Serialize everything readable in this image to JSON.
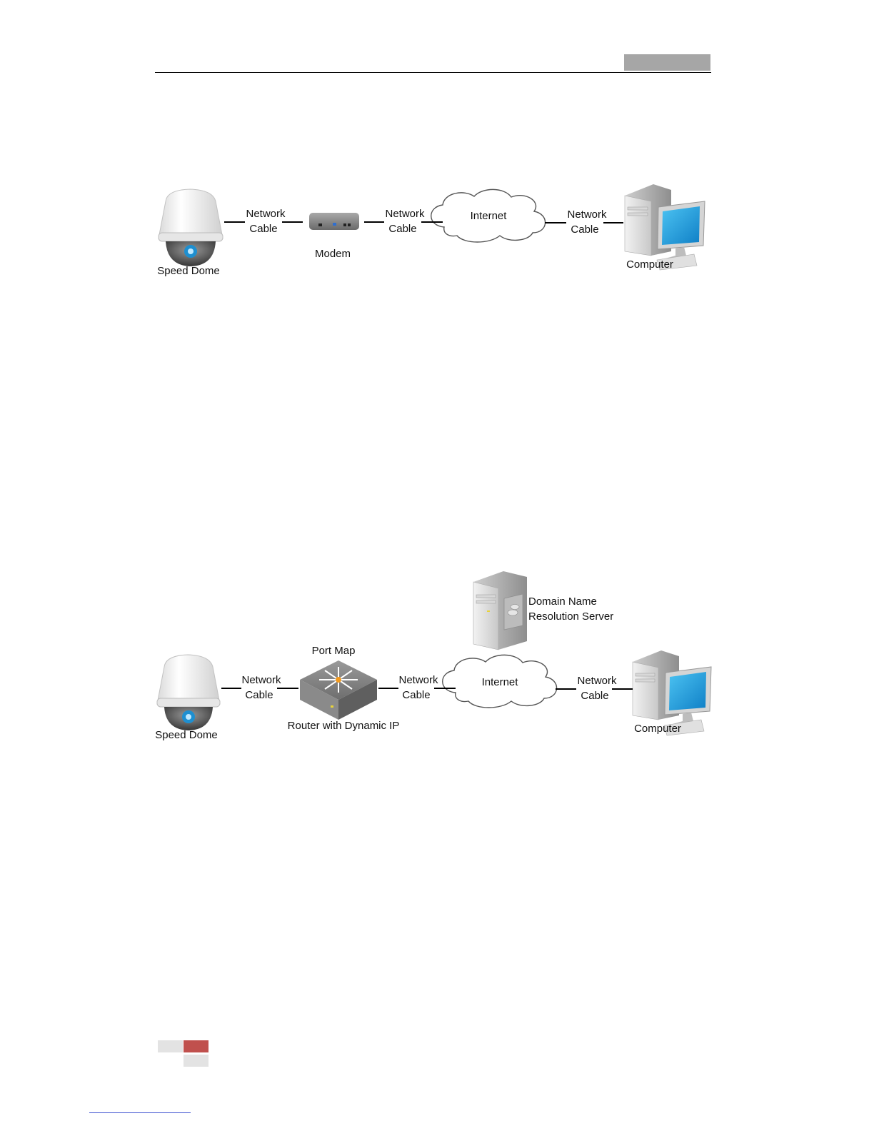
{
  "diagram1": {
    "speed_dome": "Speed Dome",
    "cable1": [
      "Network",
      "Cable"
    ],
    "modem": "Modem",
    "cable2": [
      "Network",
      "Cable"
    ],
    "internet": "Internet",
    "cable3": [
      "Network",
      "Cable"
    ],
    "computer": "Computer"
  },
  "diagram2": {
    "speed_dome": "Speed Dome",
    "cable1": [
      "Network",
      "Cable"
    ],
    "port_map": "Port Map",
    "router": "Router with Dynamic IP",
    "cable2": [
      "Network",
      "Cable"
    ],
    "dns": [
      "Domain Name",
      "Resolution Server"
    ],
    "internet": "Internet",
    "cable3": [
      "Network",
      "Cable"
    ],
    "computer": "Computer"
  },
  "colors": {
    "header_tab": "#a6a6a6",
    "footer_accent": "#c0504d",
    "footer_gray": "#e3e3e3",
    "monitor_blue": "#1f9ad6"
  }
}
